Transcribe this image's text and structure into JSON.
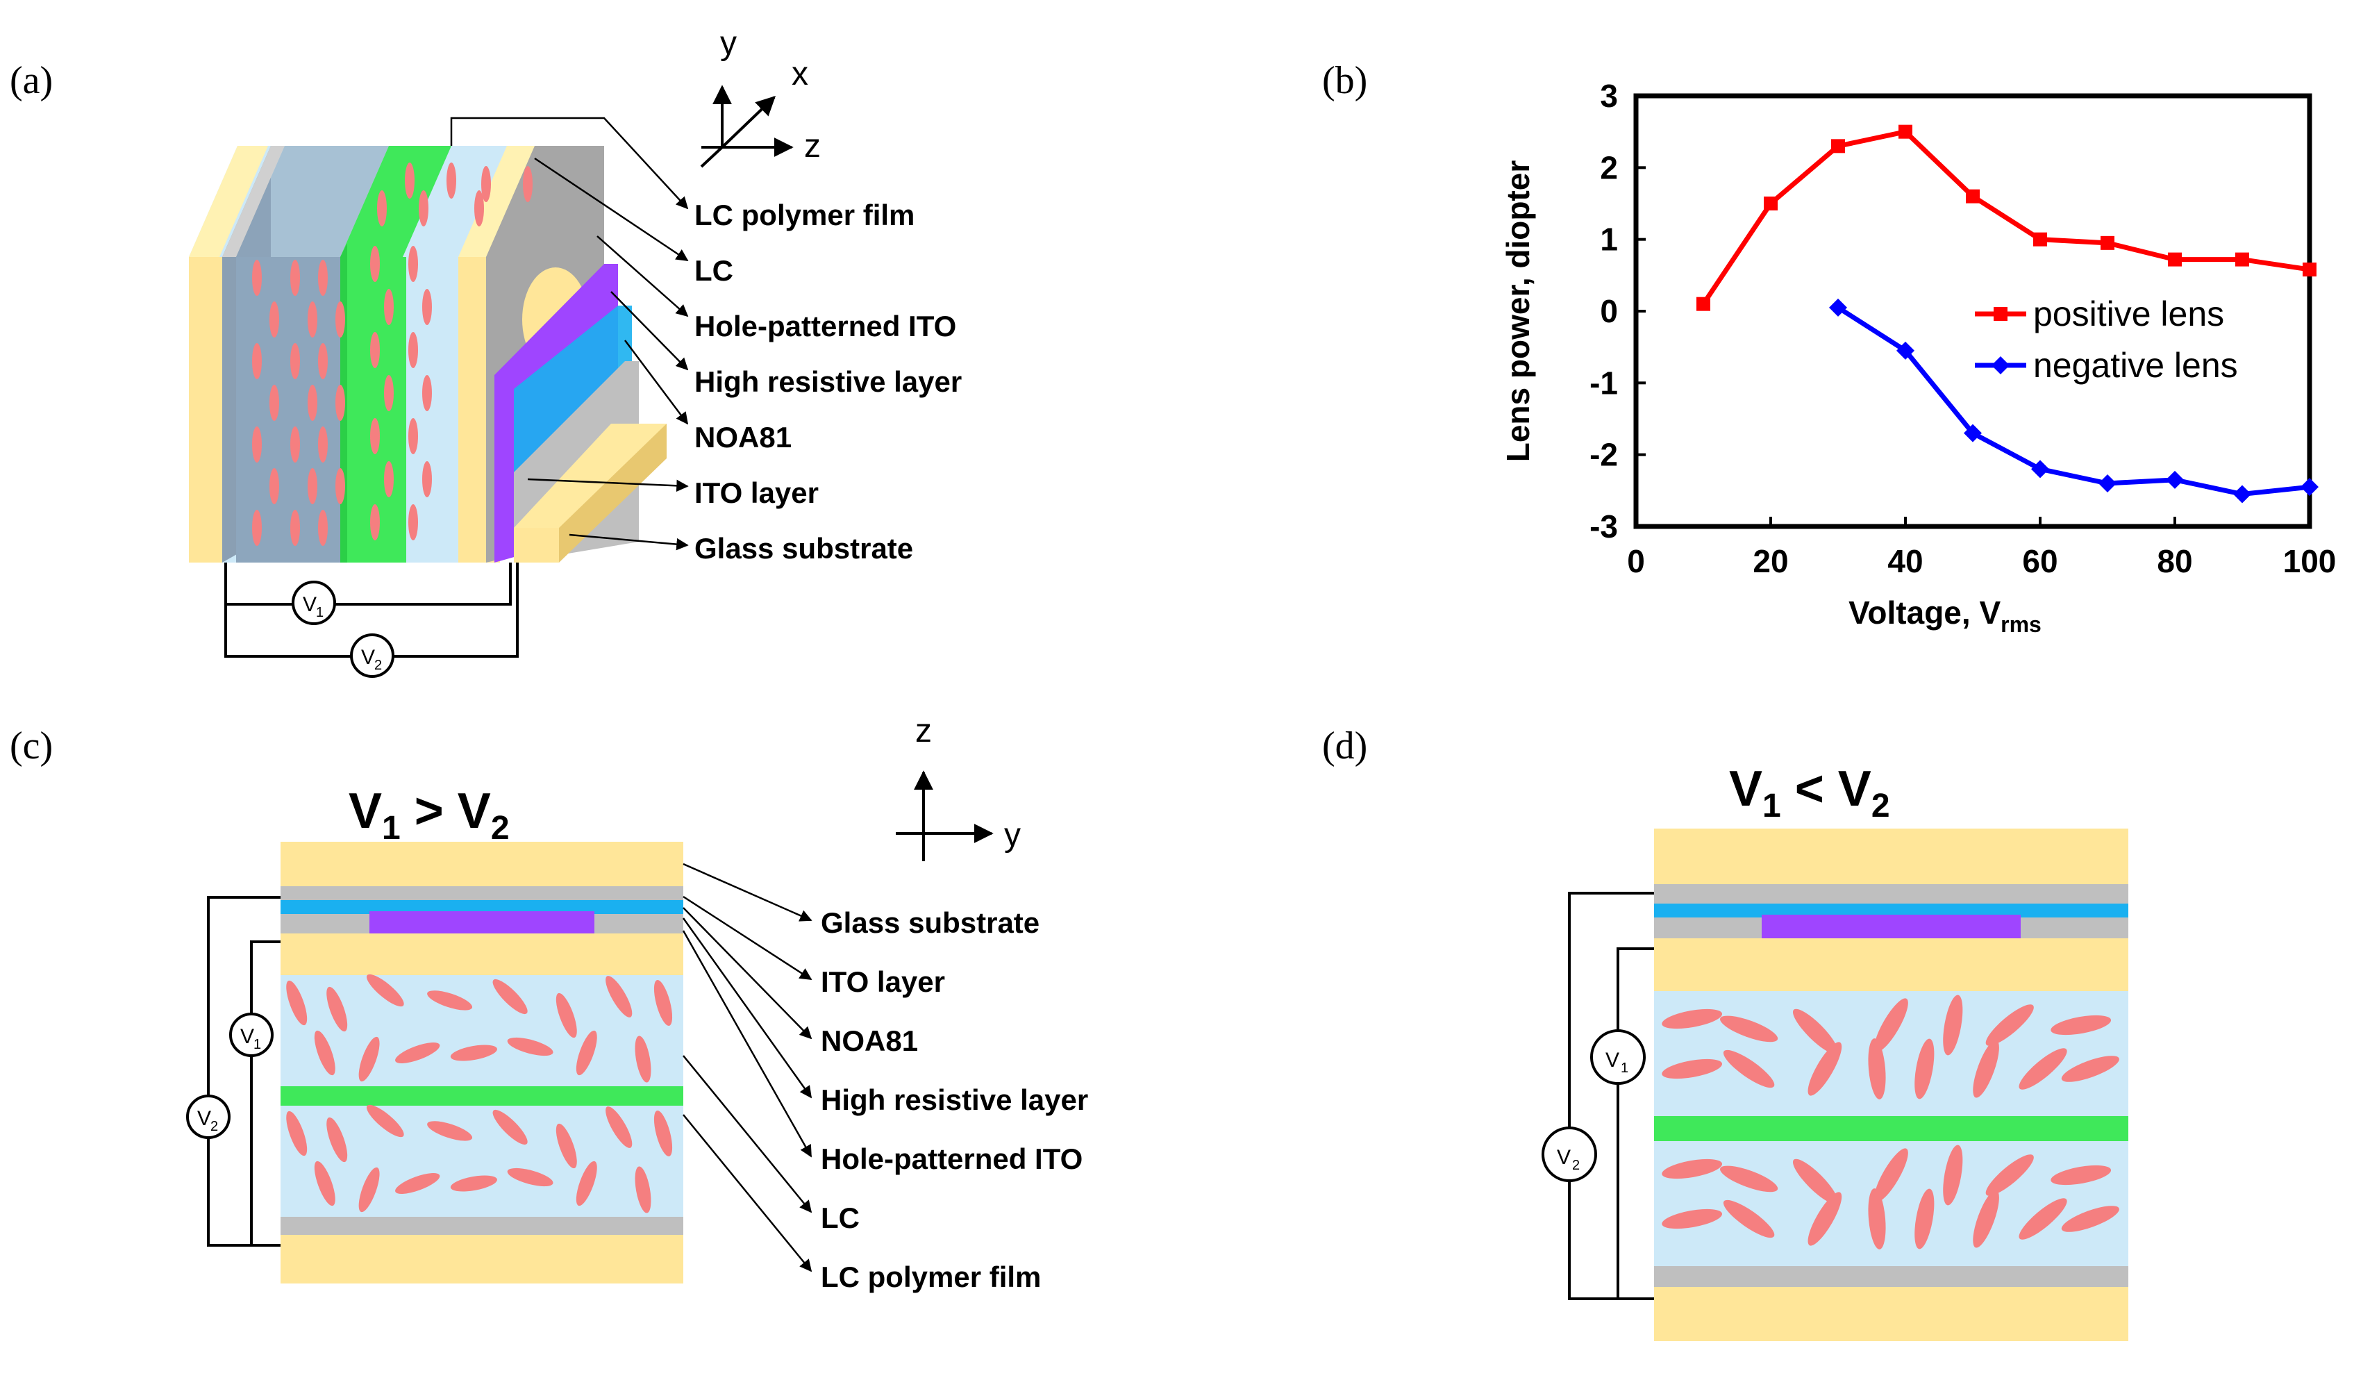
{
  "labels": {
    "a": "(a)",
    "b": "(b)",
    "c": "(c)",
    "d": "(d)"
  },
  "axes": {
    "x": "x",
    "y": "y",
    "z": "z"
  },
  "panel_a": {
    "callouts": [
      "LC polymer film",
      "LC",
      "Hole-patterned ITO",
      "High resistive layer",
      "NOA81",
      "ITO layer",
      "Glass substrate"
    ],
    "v1": "V",
    "v1_sub": "1",
    "v2": "V",
    "v2_sub": "2"
  },
  "panel_c": {
    "cond": {
      "a": "V",
      "a_sub": "1",
      "op": " > ",
      "b": "V",
      "b_sub": "2"
    },
    "callouts": [
      "Glass substrate",
      "ITO layer",
      "NOA81",
      "High resistive layer",
      "Hole-patterned ITO",
      "LC",
      "LC polymer film"
    ],
    "v1": "V",
    "v1_sub": "1",
    "v2": "V",
    "v2_sub": "2"
  },
  "panel_d": {
    "cond": {
      "a": "V",
      "a_sub": "1",
      "op": " < ",
      "b": "V",
      "b_sub": "2"
    },
    "v1": "V",
    "v1_sub": "1",
    "v2": "V",
    "v2_sub": "2"
  },
  "colors": {
    "glass": "#ffe699",
    "ito": "#bfbfbf",
    "noa81": "#1ab0f0",
    "resistive": "#9f45ff",
    "lc": "#cde9f8",
    "polymer": "#3fe85a",
    "molecule": "#f57f80",
    "positive": "#ff0000",
    "negative": "#0000ff"
  },
  "chart_data": {
    "type": "line",
    "xlabel": "Voltage, V",
    "xlabel_sub": "rms",
    "ylabel": "Lens power, diopter",
    "xlim": [
      0,
      100
    ],
    "ylim": [
      -3,
      3
    ],
    "xticks": [
      0,
      20,
      40,
      60,
      80,
      100
    ],
    "yticks": [
      -3,
      -2,
      -1,
      0,
      1,
      2,
      3
    ],
    "legend_position": "right-middle",
    "series": [
      {
        "name": "positive lens",
        "marker": "square",
        "color": "#ff0000",
        "x": [
          10,
          20,
          30,
          40,
          50,
          60,
          70,
          80,
          90,
          100
        ],
        "y": [
          0.1,
          1.5,
          2.3,
          2.5,
          1.6,
          1.0,
          0.95,
          0.72,
          0.72,
          0.58
        ]
      },
      {
        "name": "negative lens",
        "marker": "diamond",
        "color": "#0000ff",
        "x": [
          30,
          40,
          50,
          60,
          70,
          80,
          90,
          100
        ],
        "y": [
          0.05,
          -0.55,
          -1.7,
          -2.2,
          -2.4,
          -2.35,
          -2.55,
          -2.45
        ]
      }
    ]
  }
}
